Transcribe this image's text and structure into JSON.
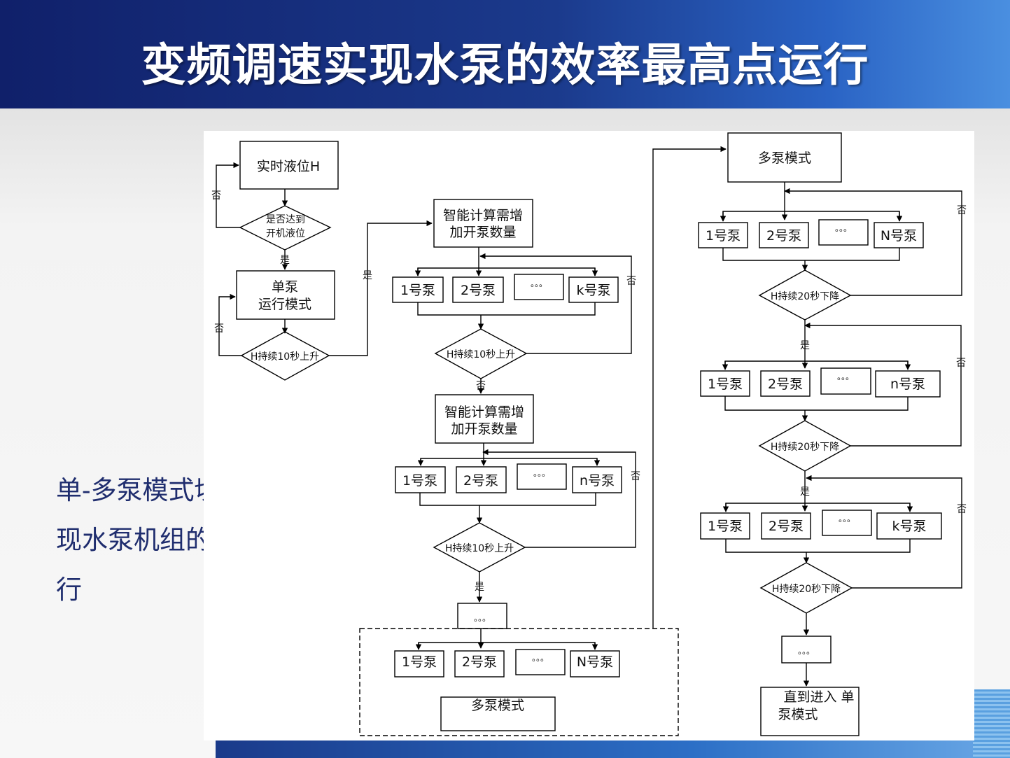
{
  "slide": {
    "title": "变频调速实现水泵的效率最高点运行",
    "side_text": "单-多泵模式切换控制，实现水泵机组的效率最高点运行"
  },
  "flowchart": {
    "realtime_level": "实时液位H",
    "reach_start_level_line1": "是否达到",
    "reach_start_level_line2": "开机液位",
    "single_pump_line1": "单泵",
    "single_pump_line2": "运行模式",
    "rise_10s": "H持续10秒上升",
    "fall_20s": "H持续20秒下降",
    "smart_calc_line1": "智能计算需增",
    "smart_calc_line2": "加开泵数量",
    "pump1": "1号泵",
    "pump2": "2号泵",
    "pump_k": "k号泵",
    "pump_n": "n号泵",
    "pump_N": "N号泵",
    "ellipsis": "。。。",
    "multi_pump_mode": "多泵模式",
    "until_single_line1": "直到进入 单",
    "until_single_line2": "泵模式",
    "yes": "是",
    "no": "否"
  },
  "colors": {
    "header_dark": "#10206a",
    "header_light": "#4a8fe0",
    "side_text": "#1f2d6e",
    "line": "#000000"
  }
}
